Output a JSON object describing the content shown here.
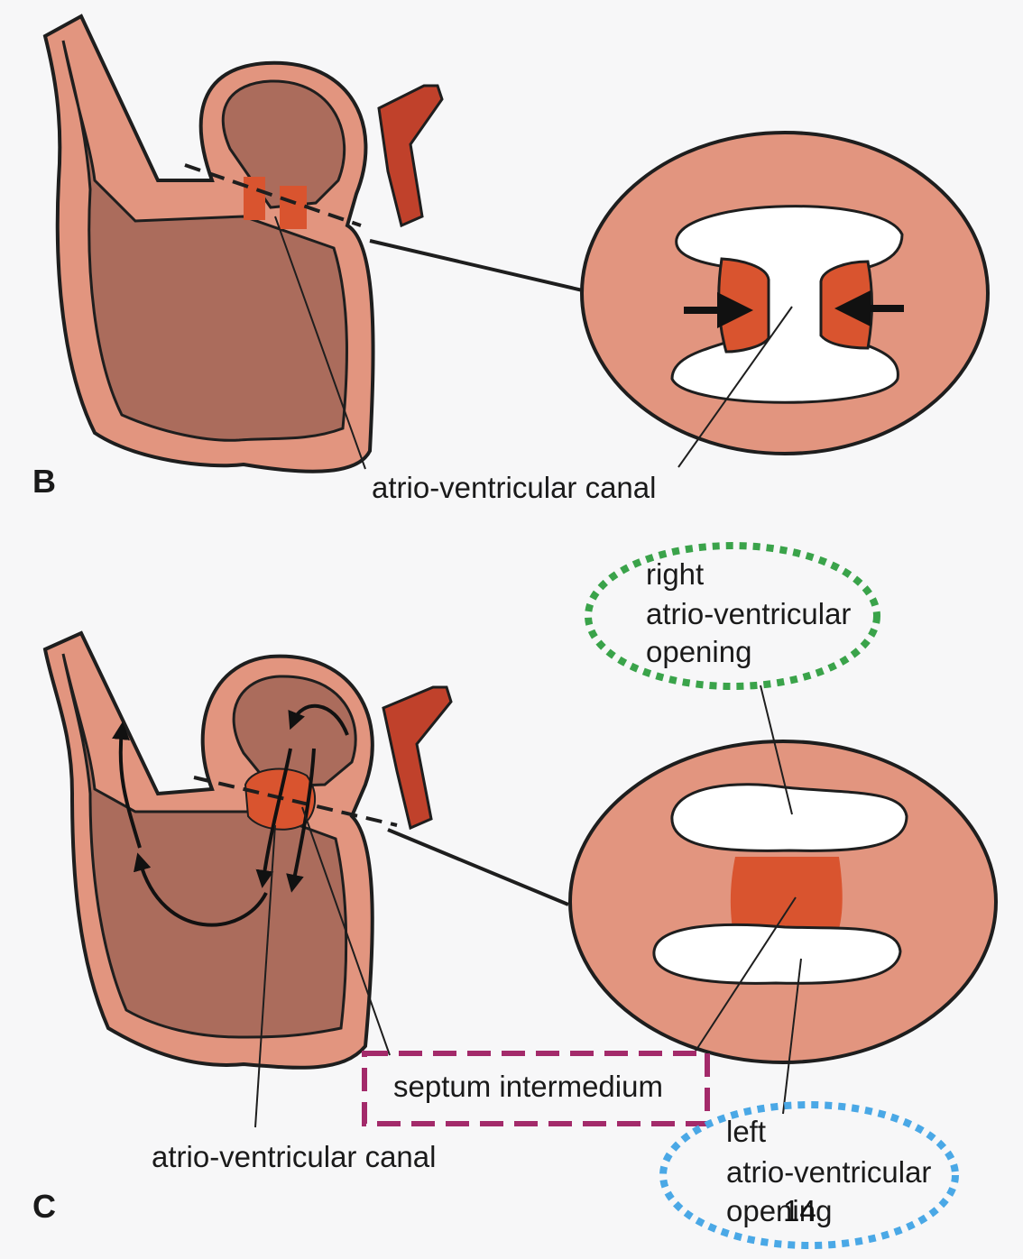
{
  "panels": {
    "b": {
      "letter": "B",
      "canal_label": "atrio-ventricular canal"
    },
    "c": {
      "letter": "C",
      "canal_label": "atrio-ventricular canal",
      "septum_label": "septum intermedium",
      "right_opening": [
        "right",
        "atrio-ventricular",
        "opening"
      ],
      "left_opening": [
        "left",
        "atrio-ventricular",
        "opening"
      ]
    }
  },
  "page_number": "14",
  "colors": {
    "wall": "#e2957f",
    "lumen": "#ab6c5c",
    "cushion": "#d9542f",
    "vessel": "#c0412b",
    "outline": "#1e1e1e",
    "highlight_septum": "#a32a6a",
    "highlight_right": "#3aa34a",
    "highlight_left": "#4aa8e6"
  }
}
